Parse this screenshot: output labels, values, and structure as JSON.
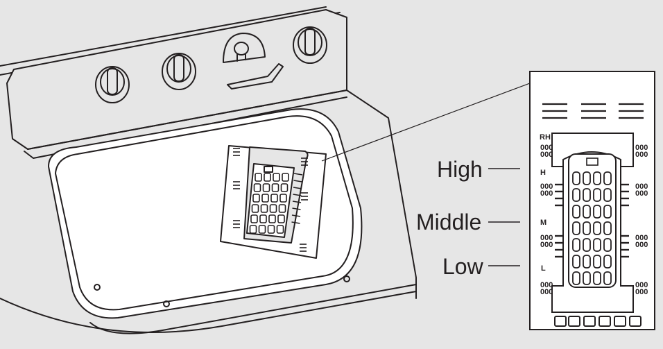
{
  "diagram": {
    "callouts": {
      "high": "High",
      "middle": "Middle",
      "low": "Low"
    },
    "filter_markings": {
      "rh": "RH",
      "h": "H",
      "m": "M",
      "l": "L",
      "digits": "000"
    },
    "colors": {
      "background": "#e6e6e6",
      "ink": "#231f20",
      "panel": "#ffffff"
    }
  }
}
